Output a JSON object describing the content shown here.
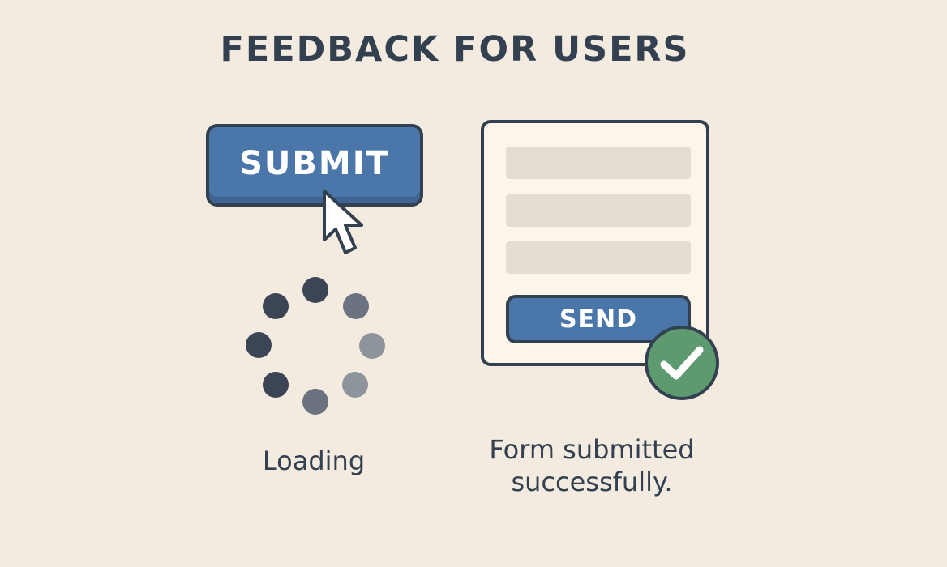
{
  "title": "FEEDBACK FOR USERS",
  "submit_button": {
    "label": "SUBMIT"
  },
  "loading": {
    "label": "Loading"
  },
  "form": {
    "field_count": 3,
    "send_label": "SEND"
  },
  "success": {
    "line1": "Form submitted",
    "line2": "successfully."
  },
  "icons": {
    "cursor": "mouse-pointer-icon",
    "spinner": "loading-spinner-icon",
    "check": "checkmark-icon"
  },
  "colors": {
    "background": "#f3ebe0",
    "text": "#334050",
    "button_blue": "#4a76aa",
    "field": "#e4ddd2",
    "success_green": "#5e9a70"
  }
}
